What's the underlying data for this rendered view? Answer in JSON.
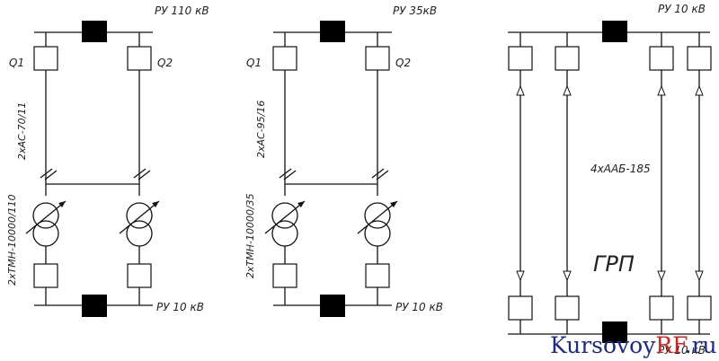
{
  "diagram1": {
    "bus_top": "РУ 110 кВ",
    "bus_bottom": "РУ 10 кВ",
    "breaker_left": "Q1",
    "breaker_right": "Q2",
    "line_label": "2хАС-70/11",
    "transformer_label": "2хТМН-10000/110"
  },
  "diagram2": {
    "bus_top": "РУ 35кВ",
    "bus_bottom": "РУ 10 кВ",
    "breaker_left": "Q1",
    "breaker_right": "Q2",
    "line_label": "2хАС-95/16",
    "transformer_label": "2хТМН-10000/35"
  },
  "diagram3": {
    "bus_top": "РУ 10 кВ",
    "bus_bottom": "РУ 10 кВ",
    "cable_label": "4хААБ-185",
    "substation_label": "ГРП"
  },
  "watermark": {
    "part1": "Kursovoy",
    "part2": "RF",
    "part3": ".ru",
    "color_main": "#1b2a8f",
    "color_accent": "#d8201c"
  }
}
